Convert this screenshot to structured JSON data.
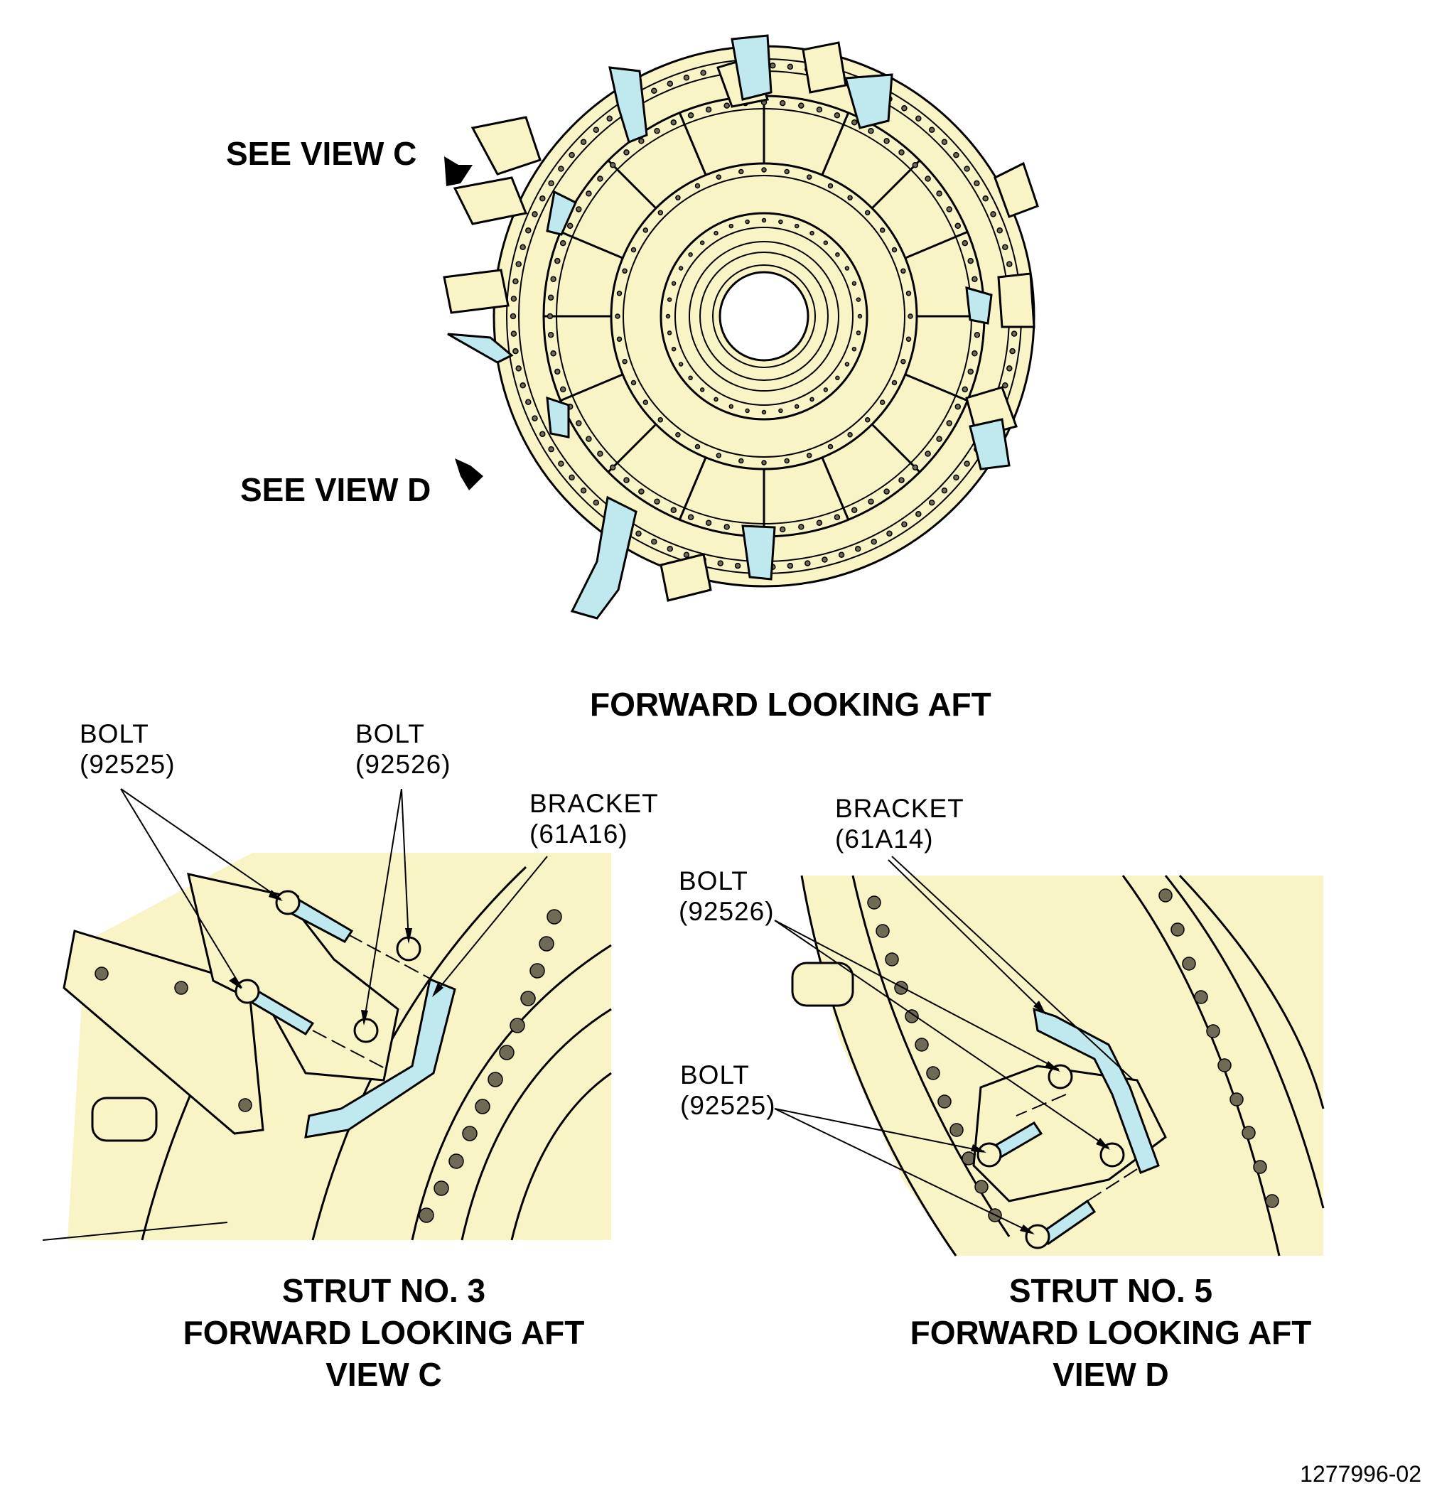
{
  "main_view": {
    "see_view_c": "SEE VIEW C",
    "see_view_d": "SEE VIEW D",
    "caption": "FORWARD LOOKING AFT"
  },
  "view_c": {
    "bolt_a": {
      "name": "BOLT",
      "number": "(92525)"
    },
    "bolt_b": {
      "name": "BOLT",
      "number": "(92526)"
    },
    "bracket": {
      "name": "BRACKET",
      "number": "(61A16)"
    },
    "caption_line1": "STRUT NO. 3",
    "caption_line2": "FORWARD LOOKING AFT",
    "caption_line3": "VIEW C"
  },
  "view_d": {
    "bracket": {
      "name": "BRACKET",
      "number": "(61A14)"
    },
    "bolt_a": {
      "name": "BOLT",
      "number": "(92526)"
    },
    "bolt_b": {
      "name": "BOLT",
      "number": "(92525)"
    },
    "caption_line1": "STRUT NO. 5",
    "caption_line2": "FORWARD LOOKING AFT",
    "caption_line3": "VIEW D"
  },
  "figure_number": "1277996-02",
  "colors": {
    "part_fill": "#f8f4c6",
    "highlight_fill": "#bfe9ee",
    "line": "#000000"
  }
}
